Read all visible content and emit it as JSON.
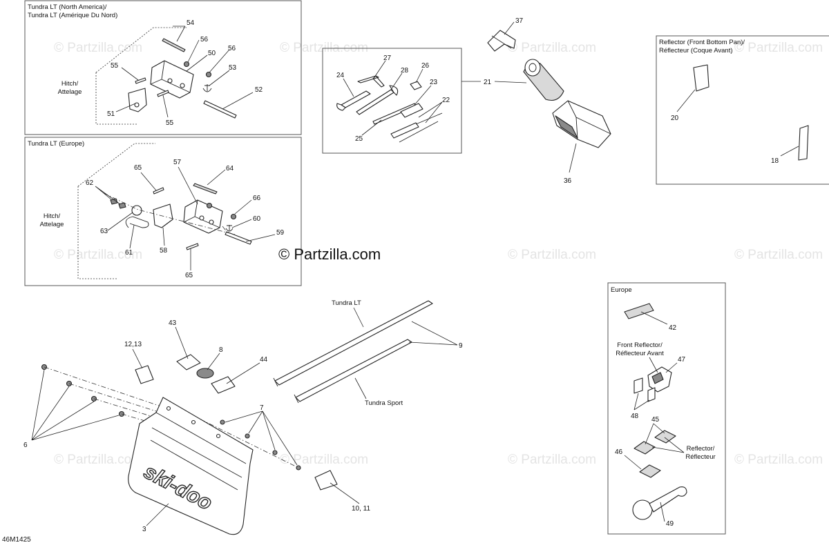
{
  "watermarks": {
    "main": "© Partzilla.com",
    "faint": "© Partzilla.com"
  },
  "diagram_code": "46M1425",
  "panels": {
    "hitch_na": {
      "title_line1": "Tundra LT (North America)/",
      "title_line2": "Tundra LT (Amérique Du Nord)",
      "group_label_line1": "Hitch/",
      "group_label_line2": "Attelage"
    },
    "hitch_eu": {
      "title": "Tundra LT (Europe)",
      "group_label_line1": "Hitch/",
      "group_label_line2": "Attelage"
    },
    "reflector_front": {
      "title_line1": "Reflector (Front Bottom Pan)/",
      "title_line2": "Réflecteur (Coque Avant)"
    },
    "europe": {
      "title": "Europe",
      "front_reflector_line1": "Front Reflector/",
      "front_reflector_line2": "Réflecteur Avant",
      "reflector_line1": "Reflector/",
      "reflector_line2": "Réflecteur"
    }
  },
  "labels": {
    "tundra_lt": "Tundra LT",
    "tundra_sport": "Tundra Sport",
    "brand_logo": "ski-doo"
  },
  "callouts": {
    "p3": "3",
    "p6": "6",
    "p7": "7",
    "p8": "8",
    "p9": "9",
    "p10_11": "10, 11",
    "p12_13": "12,13",
    "p18": "18",
    "p20": "20",
    "p21": "21",
    "p22": "22",
    "p23": "23",
    "p24": "24",
    "p25": "25",
    "p26": "26",
    "p27": "27",
    "p28": "28",
    "p36": "36",
    "p37": "37",
    "p42": "42",
    "p43": "43",
    "p44": "44",
    "p45": "45",
    "p46": "46",
    "p47": "47",
    "p48": "48",
    "p49": "49",
    "p50": "50",
    "p51": "51",
    "p52": "52",
    "p53": "53",
    "p54": "54",
    "p55a": "55",
    "p55b": "55",
    "p56a": "56",
    "p56b": "56",
    "p57": "57",
    "p58": "58",
    "p59": "59",
    "p60": "60",
    "p61": "61",
    "p62": "62",
    "p63": "63",
    "p64": "64",
    "p65a": "65",
    "p65b": "65",
    "p66": "66"
  }
}
